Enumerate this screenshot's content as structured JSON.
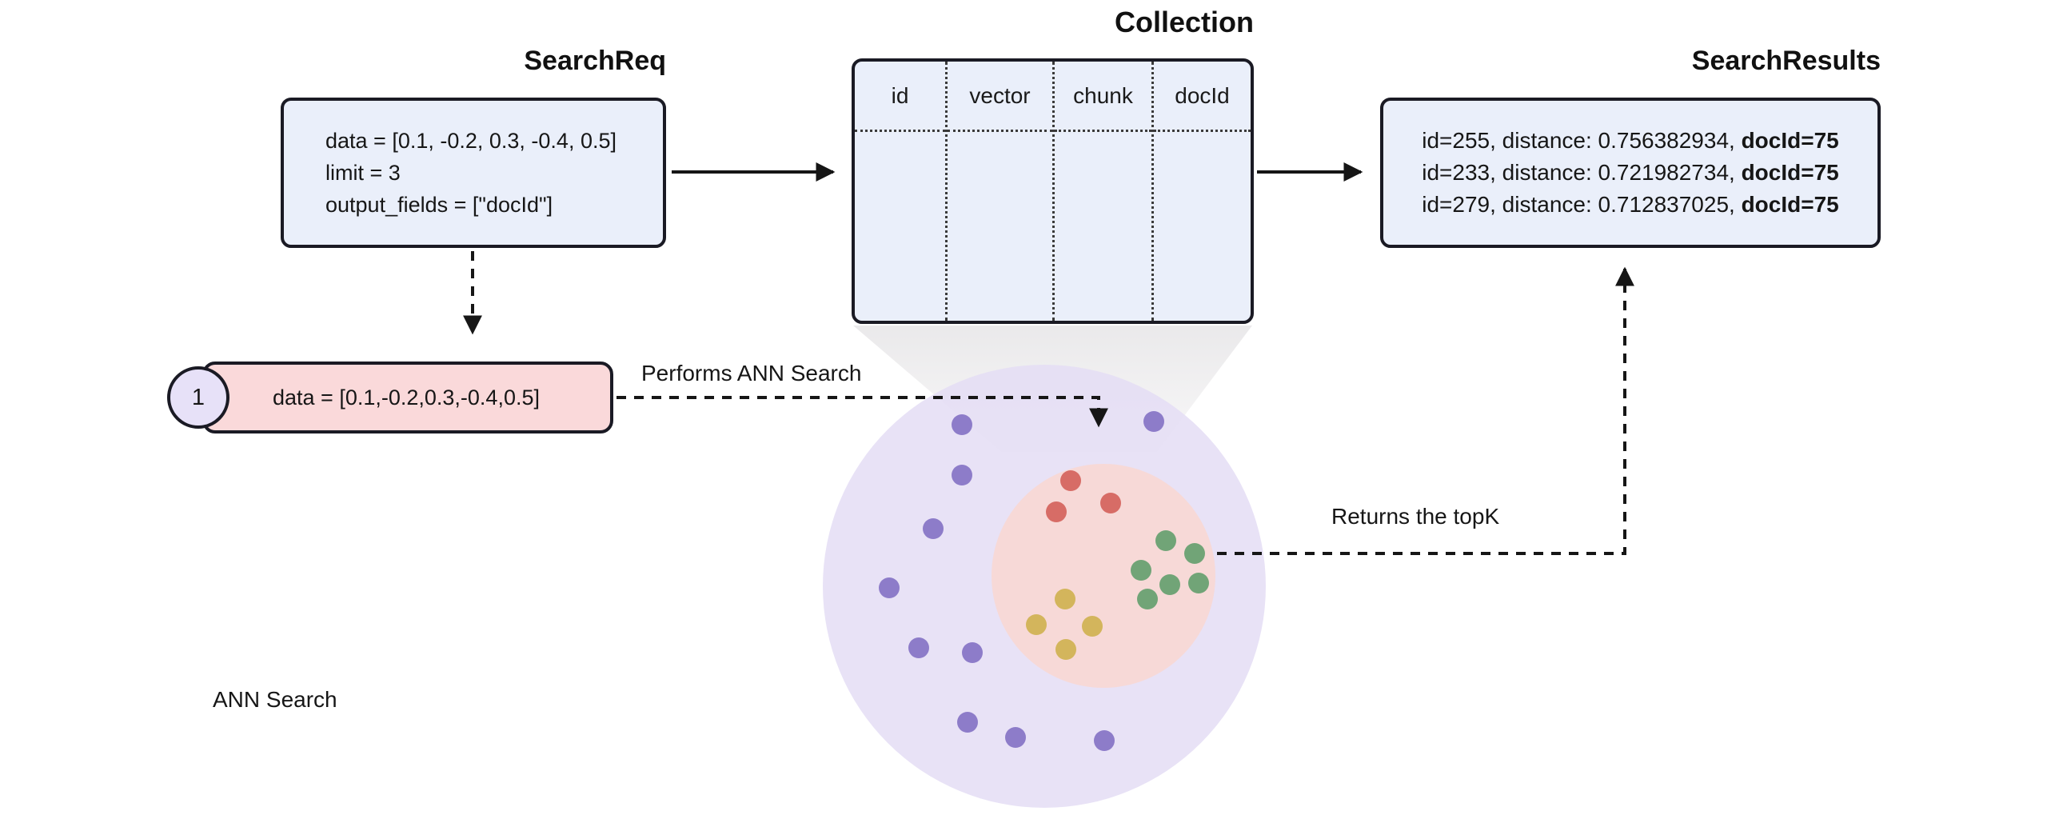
{
  "search_req": {
    "title": "SearchReq",
    "lines": [
      "data = [0.1, -0.2, 0.3, -0.4, 0.5]",
      "limit = 3",
      "output_fields = [\"docId\"]"
    ]
  },
  "collection": {
    "title": "Collection",
    "columns": [
      "id",
      "vector",
      "chunk",
      "docId"
    ]
  },
  "search_results": {
    "title": "SearchResults",
    "rows": [
      {
        "text": "id=255, distance: 0.756382934, ",
        "bold": "docId=75"
      },
      {
        "text": "id=233, distance: 0.721982734, ",
        "bold": "docId=75"
      },
      {
        "text": "id=279, distance: 0.712837025, ",
        "bold": "docId=75"
      }
    ]
  },
  "step": {
    "number": "1",
    "text": "data = [0.1,-0.2,0.3,-0.4,0.5]"
  },
  "labels": {
    "performs": "Performs ANN Search",
    "returns": "Returns the topK",
    "caption": "ANN Search"
  },
  "colors": {
    "box_fill": "#eaeffa",
    "box_border": "#1a1a24",
    "step_fill": "#fad9da",
    "badge_fill": "#e7e1f8",
    "vector_space": "#e4ddf5",
    "search_region": "#f8d8d4",
    "point_purple": "#8d7cc9",
    "point_red": "#d76c66",
    "point_green": "#71a477",
    "point_yellow": "#d3b55c",
    "arrow": "#161616"
  }
}
